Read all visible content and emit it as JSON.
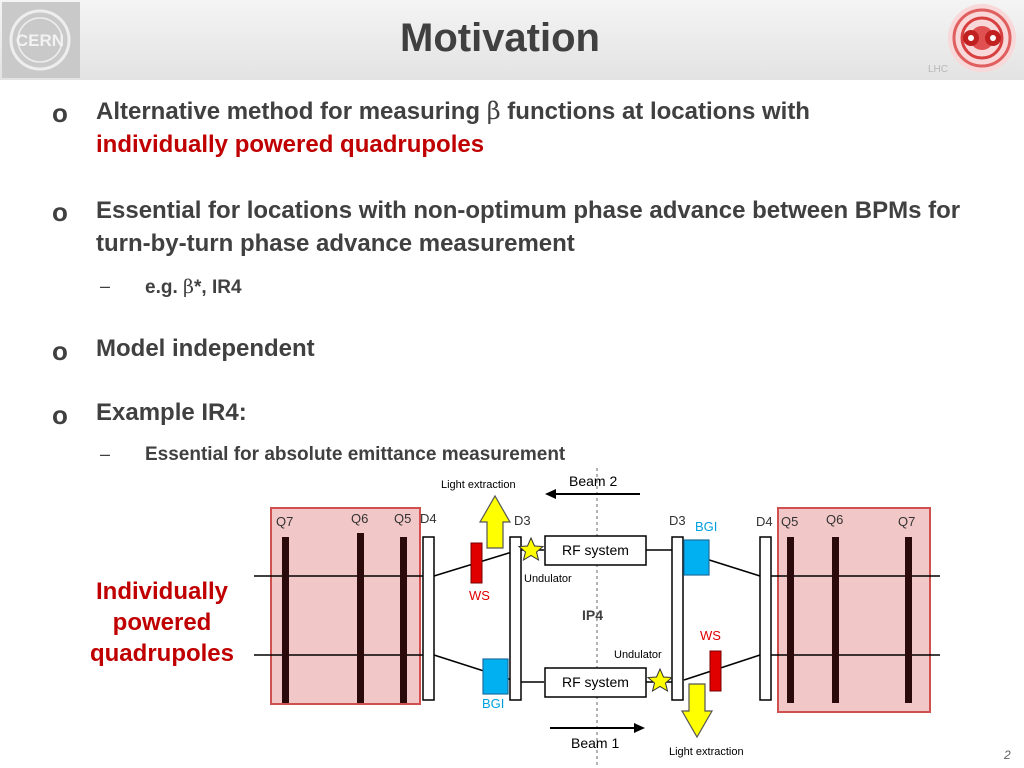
{
  "slide": {
    "title": "Motivation",
    "logo_left_text": "CERN",
    "logo_right_text": "LHC",
    "page_number": "2"
  },
  "bullets": [
    {
      "marker": "o",
      "text_before": "Alternative method for measuring ",
      "symbol": "β",
      "text_after": " functions at locations with",
      "text_red": "individually powered quadrupoles"
    },
    {
      "marker": "o",
      "text": "Essential for locations with non-optimum phase advance between BPMs for turn-by-turn phase advance measurement",
      "sub": {
        "dash": "–",
        "before": "e.g. ",
        "symbol": "β",
        "after": "*, IR4"
      }
    },
    {
      "marker": "o",
      "text": "Model independent"
    },
    {
      "marker": "o",
      "text": "Example IR4:",
      "sub": {
        "dash": "–",
        "text": "Essential for absolute emittance measurement"
      }
    }
  ],
  "side_label": {
    "line1": "Individually",
    "line2": "powered",
    "line3": "quadrupoles"
  },
  "diagram": {
    "light_extraction_top": "Light extraction",
    "light_extraction_bottom": "Light extraction",
    "beam2": "Beam 2",
    "beam1": "Beam 1",
    "left_q7": "Q7",
    "left_q6": "Q6",
    "left_q5": "Q5",
    "left_d4": "D4",
    "left_d3": "D3",
    "right_d3": "D3",
    "right_d4": "D4",
    "right_q5": "Q5",
    "right_q6": "Q6",
    "right_q7": "Q7",
    "bgi_top": "BGI",
    "bgi_bottom": "BGI",
    "ws_top": "WS",
    "ws_bottom": "WS",
    "rf_top": "RF system",
    "rf_bottom": "RF system",
    "undulator_top": "Undulator",
    "undulator_bottom": "Undulator",
    "ip4": "IP4",
    "colors": {
      "quad_box_fill": "#f2c7c7",
      "quad_box_stroke": "#d05050",
      "bgi": "#00b0f0",
      "ws": "#e00000",
      "arrow_yellow": "#ffff00",
      "star": "#ffff00",
      "red_text": "#c00000"
    }
  }
}
